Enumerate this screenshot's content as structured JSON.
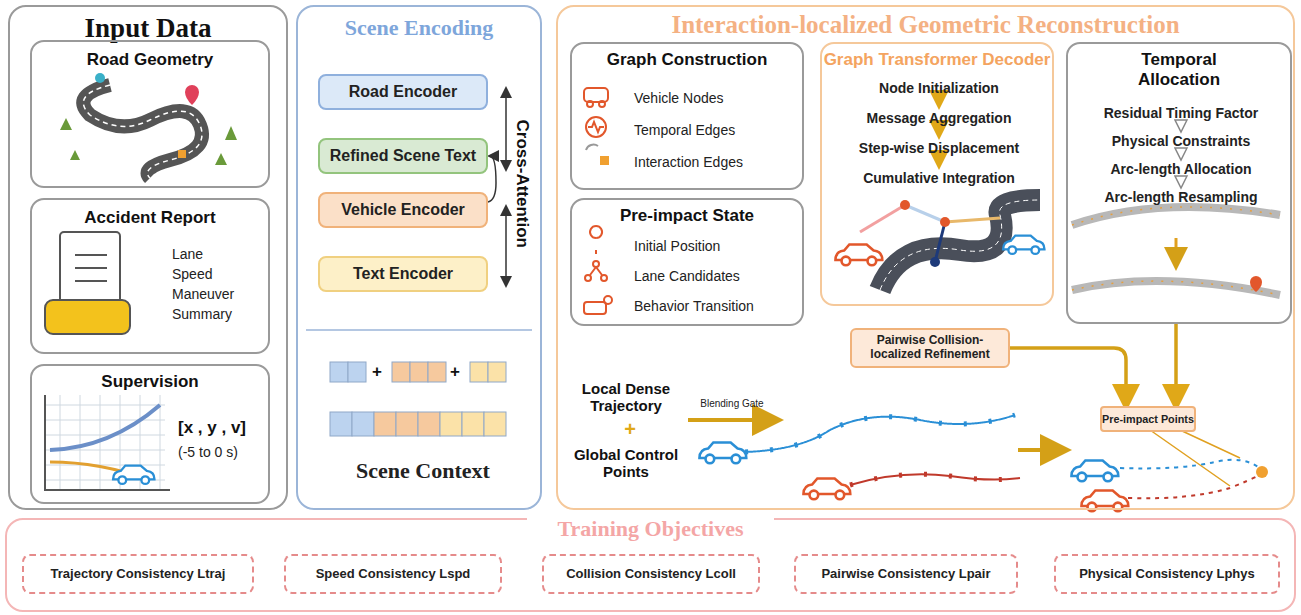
{
  "diagram": {
    "nodes": [
      {
        "text": [
          "Input Data"
        ]
      },
      {
        "text": [
          "Road Geometry"
        ],
        "in": 0
      },
      {
        "text": [
          "Accident Report",
          "Lane",
          "Speed",
          "Maneuver",
          "Summary"
        ],
        "in": 0
      },
      {
        "text": [
          "Supervision",
          "[x , y , v]",
          "(-5 to 0 s)"
        ],
        "in": 0
      },
      {
        "text": [
          "Scene Encoding"
        ]
      },
      {
        "text": [
          "Road Encoder"
        ],
        "in": 4
      },
      {
        "text": [
          "Refined Scene Text"
        ],
        "in": 4
      },
      {
        "text": [
          "Vehicle Encoder"
        ],
        "in": 4
      },
      {
        "text": [
          "Text Encoder"
        ],
        "in": 4
      },
      {
        "text": [
          "Interaction-localized Geometric Reconstruction"
        ]
      },
      {
        "text": [
          "Graph Construction",
          "Vehicle Nodes",
          "Temporal Edges",
          "Interaction Edges"
        ],
        "in": 9
      },
      {
        "text": [
          "Pre-impact State",
          "Initial Position",
          "Lane Candidates",
          "Behavior Transition"
        ],
        "in": 9
      },
      {
        "text": [
          "Graph Transformer Decoder"
        ],
        "in": 9
      },
      {
        "text": [
          "Node Initialization"
        ],
        "in": 12
      },
      {
        "text": [
          "Message Aggregation"
        ],
        "in": 12
      },
      {
        "text": [
          "Step-wise Displacement"
        ],
        "in": 12
      },
      {
        "text": [
          "Cumulative Integration"
        ],
        "in": 12
      },
      {
        "text": [
          "Temporal Allocation"
        ],
        "in": 9
      },
      {
        "text": [
          "Residual Timing Factor"
        ],
        "in": 17
      },
      {
        "text": [
          "Physical Constraints"
        ],
        "in": 17
      },
      {
        "text": [
          "Arc-length Allocation"
        ],
        "in": 17
      },
      {
        "text": [
          "Arc-length Resampling"
        ],
        "in": 17
      },
      {
        "text": [
          "Pairwise Collision-localized Refinement"
        ],
        "in": 9
      },
      {
        "text": [
          "Pre-impact Points"
        ],
        "in": 9
      },
      {
        "text": [
          "Training Objectives"
        ]
      },
      {
        "text": [
          "Trajectory Consistency Ltraj"
        ],
        "in": 24
      },
      {
        "text": [
          "Speed Consistency Lspd"
        ],
        "in": 24
      },
      {
        "text": [
          "Collision Consistency Lcoll"
        ],
        "in": 24
      },
      {
        "text": [
          "Pairwise Consistency Lpair"
        ],
        "in": 24
      },
      {
        "text": [
          "Physical Consistency Lphys"
        ],
        "in": 24
      }
    ],
    "edges": [
      {
        "from": 13,
        "to": 14,
        "arrow": "to"
      },
      {
        "from": 14,
        "to": 15,
        "arrow": "to"
      },
      {
        "from": 15,
        "to": 16,
        "arrow": "to"
      },
      {
        "from": 18,
        "to": 19,
        "arrow": "to"
      },
      {
        "from": 19,
        "to": 20,
        "arrow": "to"
      },
      {
        "from": 20,
        "to": 21,
        "arrow": "to"
      },
      {
        "from": 7,
        "to": 6,
        "arrow": "to"
      },
      {
        "from": 22,
        "to": 23,
        "arrow": "to"
      },
      {
        "from": 17,
        "to": 23,
        "arrow": "to"
      }
    ],
    "labels": [
      "Cross-Attention",
      "+",
      "+",
      "Scene Context",
      "Local Dense Trajectory",
      "+",
      "Global Control Points",
      "Blending Gate"
    ]
  }
}
